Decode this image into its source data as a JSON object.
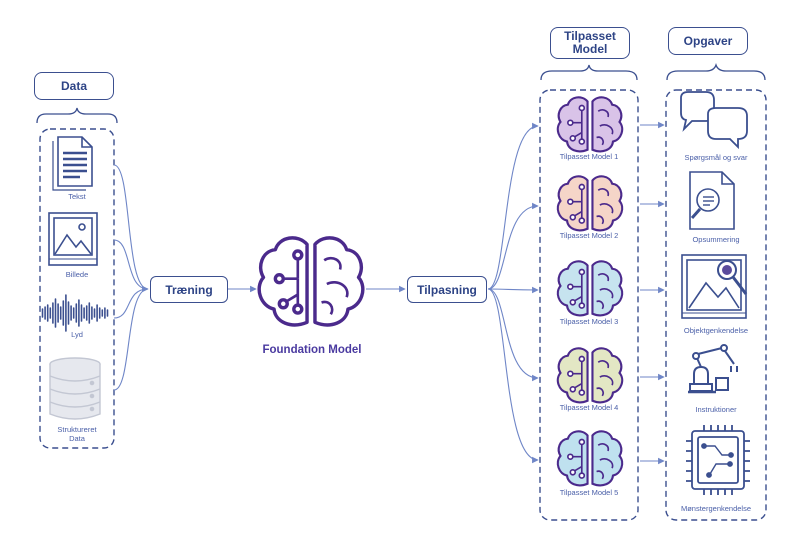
{
  "headers": {
    "data": "Data",
    "tilpasset_model": "Tilpasset\nModel",
    "opgaver": "Opgaver"
  },
  "inputs": [
    {
      "label": "Tekst",
      "icon": "document-icon"
    },
    {
      "label": "Billede",
      "icon": "image-icon"
    },
    {
      "label": "Lyd",
      "icon": "audio-waveform-icon"
    },
    {
      "label": "Struktureret\nData",
      "icon": "database-icon"
    }
  ],
  "process": {
    "training": "Træning",
    "adaptation": "Tilpasning"
  },
  "foundation_model": "Foundation Model",
  "models": [
    {
      "label": "Tilpasset Model 1",
      "color": "#d9c3e8"
    },
    {
      "label": "Tilpasset Model 2",
      "color": "#f5d5c8"
    },
    {
      "label": "Tilpasset Model 3",
      "color": "#c6e3ef"
    },
    {
      "label": "Tilpasset Model 4",
      "color": "#e3e7c4"
    },
    {
      "label": "Tilpasset Model 5",
      "color": "#bfe1ef"
    }
  ],
  "tasks": [
    {
      "label": "Spørgsmål og svar",
      "icon": "speech-bubbles-icon"
    },
    {
      "label": "Opsummering",
      "icon": "document-search-icon"
    },
    {
      "label": "Objektgenkendelse",
      "icon": "object-detection-icon"
    },
    {
      "label": "Instruktioner",
      "icon": "robot-arm-icon"
    },
    {
      "label": "Mønstergenkendelse",
      "icon": "chip-icon"
    }
  ],
  "colors": {
    "stroke": "#3b4f8f",
    "connector": "#6f86c7",
    "brain": "#4b2a8c",
    "label": "#4a5fa8"
  }
}
